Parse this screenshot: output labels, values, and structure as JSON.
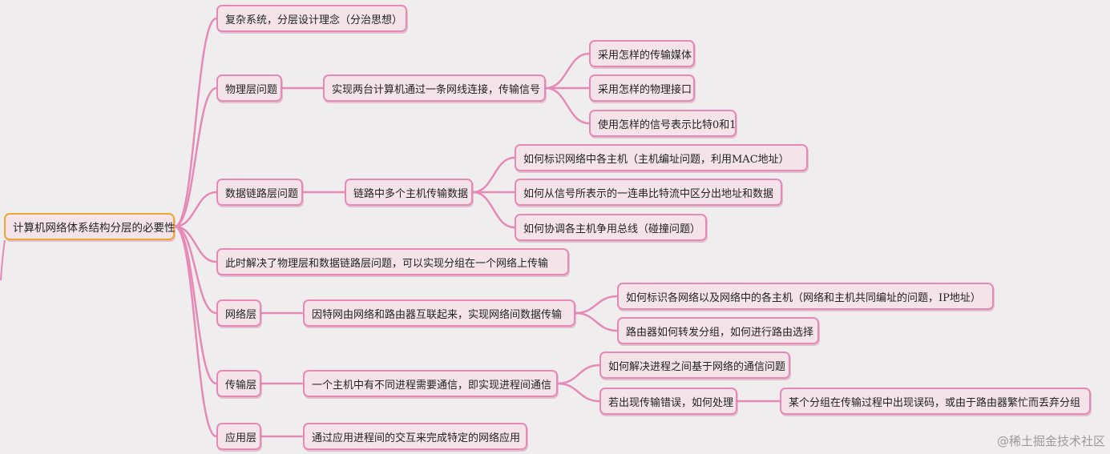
{
  "root": "计算机网络体系结构分层的必要性",
  "level1": {
    "complex": "复杂系统，分层设计理念（分治思想）",
    "physical": "物理层问题",
    "datalink": "数据链路层问题",
    "solved": "此时解决了物理层和数据链路层问题，可以实现分组在一个网络上传输",
    "network": "网络层",
    "transport": "传输层",
    "application": "应用层"
  },
  "physical": {
    "goal": "实现两台计算机通过一条网线连接，传输信号",
    "items": [
      "采用怎样的传输媒体",
      "采用怎样的物理接口",
      "使用怎样的信号表示比特0和1"
    ]
  },
  "datalink": {
    "goal": "链路中多个主机传输数据",
    "items": [
      "如何标识网络中各主机（主机编址问题，利用MAC地址）",
      "如何从信号所表示的一连串比特流中区分出地址和数据",
      "如何协调各主机争用总线（碰撞问题）"
    ]
  },
  "network": {
    "goal": "因特网由网络和路由器互联起来，实现网络间数据传输",
    "items": [
      "如何标识各网络以及网络中的各主机（网络和主机共同编址的问题，IP地址）",
      "路由器如何转发分组，如何进行路由选择"
    ]
  },
  "transport": {
    "goal": "一个主机中有不同进程需要通信，即实现进程间通信",
    "items": [
      "如何解决进程之间基于网络的通信问题",
      "若出现传输错误，如何处理"
    ],
    "error_detail": "某个分组在传输过程中出现误码，或由于路由器繁忙而丢弃分组"
  },
  "application": {
    "goal": "通过应用进程间的交互来完成特定的网络应用"
  },
  "watermark": "@稀土掘金技术社区",
  "colors": {
    "node_border": "#e48ab5",
    "node_fill": "#f4e4ea",
    "root_border": "#f0a63a",
    "link": "#e48ab5"
  }
}
